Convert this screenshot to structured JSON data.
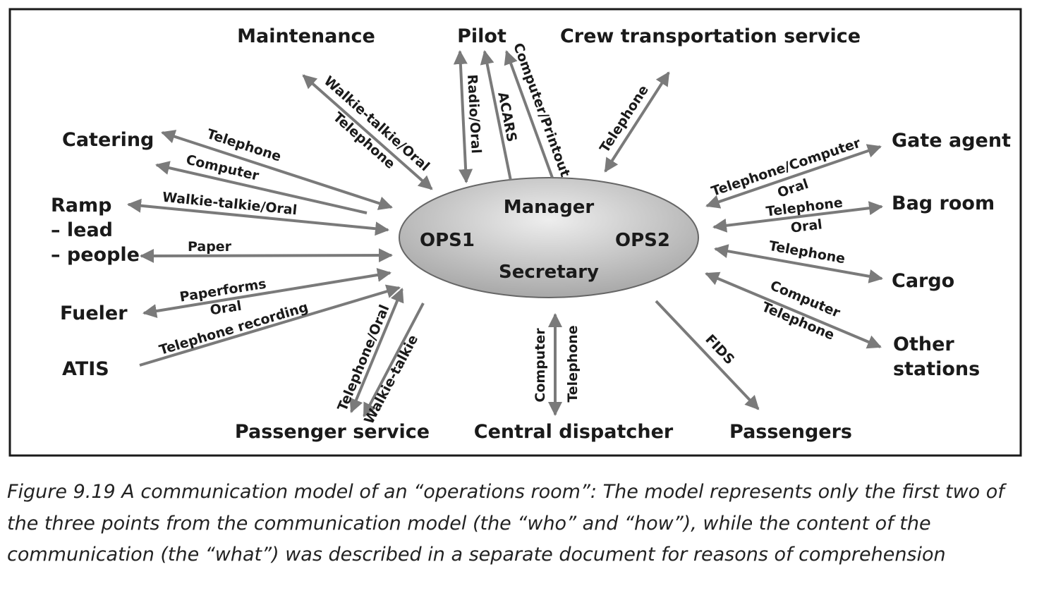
{
  "hub": {
    "labels": {
      "manager": "Manager",
      "ops1": "OPS1",
      "ops2": "OPS2",
      "secretary": "Secretary"
    }
  },
  "nodes": {
    "maintenance": "Maintenance",
    "pilot": "Pilot",
    "crew_transport": "Crew transportation service",
    "catering": "Catering",
    "ramp": [
      "Ramp",
      "– lead",
      "– people"
    ],
    "fueler": "Fueler",
    "atis": "ATIS",
    "gate_agent": "Gate agent",
    "bag_room": "Bag room",
    "cargo": "Cargo",
    "other_stations": [
      "Other",
      "stations"
    ],
    "passenger_service": "Passenger service",
    "central_dispatcher": "Central dispatcher",
    "passengers": "Passengers"
  },
  "edge_labels": {
    "maint_1": "Walkie-talkie/Oral",
    "maint_2": "Telephone",
    "pilot_1": "Radio/Oral",
    "pilot_2": "ACARS",
    "pilot_3": "Computer/Printout",
    "crew_1": "Telephone",
    "catering_1": "Telephone",
    "catering_2": "Computer",
    "ramp_1": "Walkie-talkie/Oral",
    "ramp_2": "Paper",
    "fueler_1": "Paperforms",
    "fueler_2": "Oral",
    "atis_1": "Telephone recording",
    "gate_1": "Telephone/Computer",
    "gate_2": "Oral",
    "bag_1": "Telephone",
    "bag_2": "Oral",
    "cargo_1": "Telephone",
    "other_1": "Computer",
    "other_2": "Telephone",
    "pax_service_1": "Telephone/Oral",
    "pax_service_2": "Walkie-talkie",
    "dispatcher_1": "Computer",
    "dispatcher_2": "Telephone",
    "passengers_1": "FIDS"
  },
  "caption": "Figure 9.19 A communication model of an “operations room”: The model represents only the first two of the three points from the communication model (the “who” and “how”), while the content of the communication (the “what”) was described in a separate document for reasons of comprehension",
  "colors": {
    "arrow": "#7a7a7a",
    "frame": "#1a1a1a",
    "hub_light": "#eeeeee",
    "hub_dark": "#a8a8a8",
    "text": "#1a1a1a"
  }
}
